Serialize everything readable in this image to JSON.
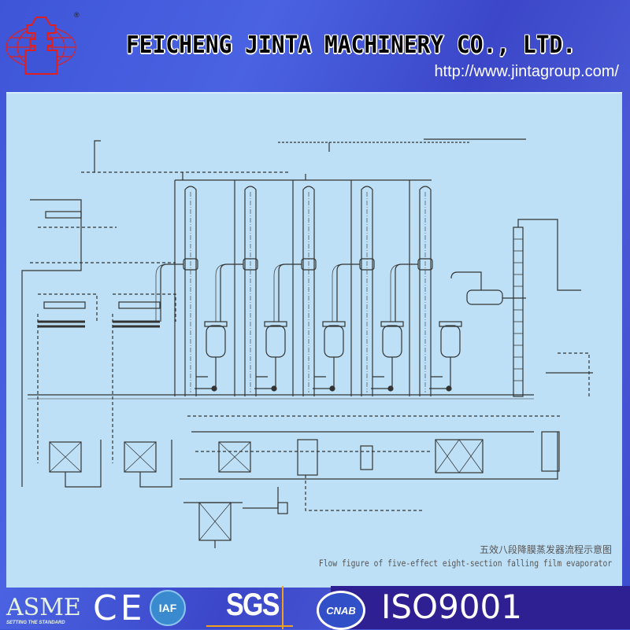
{
  "header": {
    "company_name": "FEICHENG JINTA MACHINERY CO., LTD.",
    "url": "http://www.jintagroup.com/",
    "logo_mark": "®"
  },
  "diagram": {
    "caption_chinese": "五效八段降膜蒸发器流程示意图",
    "caption_english": "Flow figure of five-effect eight-section falling film evaporator"
  },
  "certifications": {
    "asme": "ASME",
    "asme_tagline": "SETTING THE STANDARD",
    "ce": "CE",
    "iaf": "IAF",
    "sgs": "SGS",
    "cnab": "CNAB",
    "iso": "ISO9001"
  },
  "colors": {
    "panel": "#bee0f6",
    "logo_red": "#e02020",
    "footer_dark": "#2e1f92"
  }
}
